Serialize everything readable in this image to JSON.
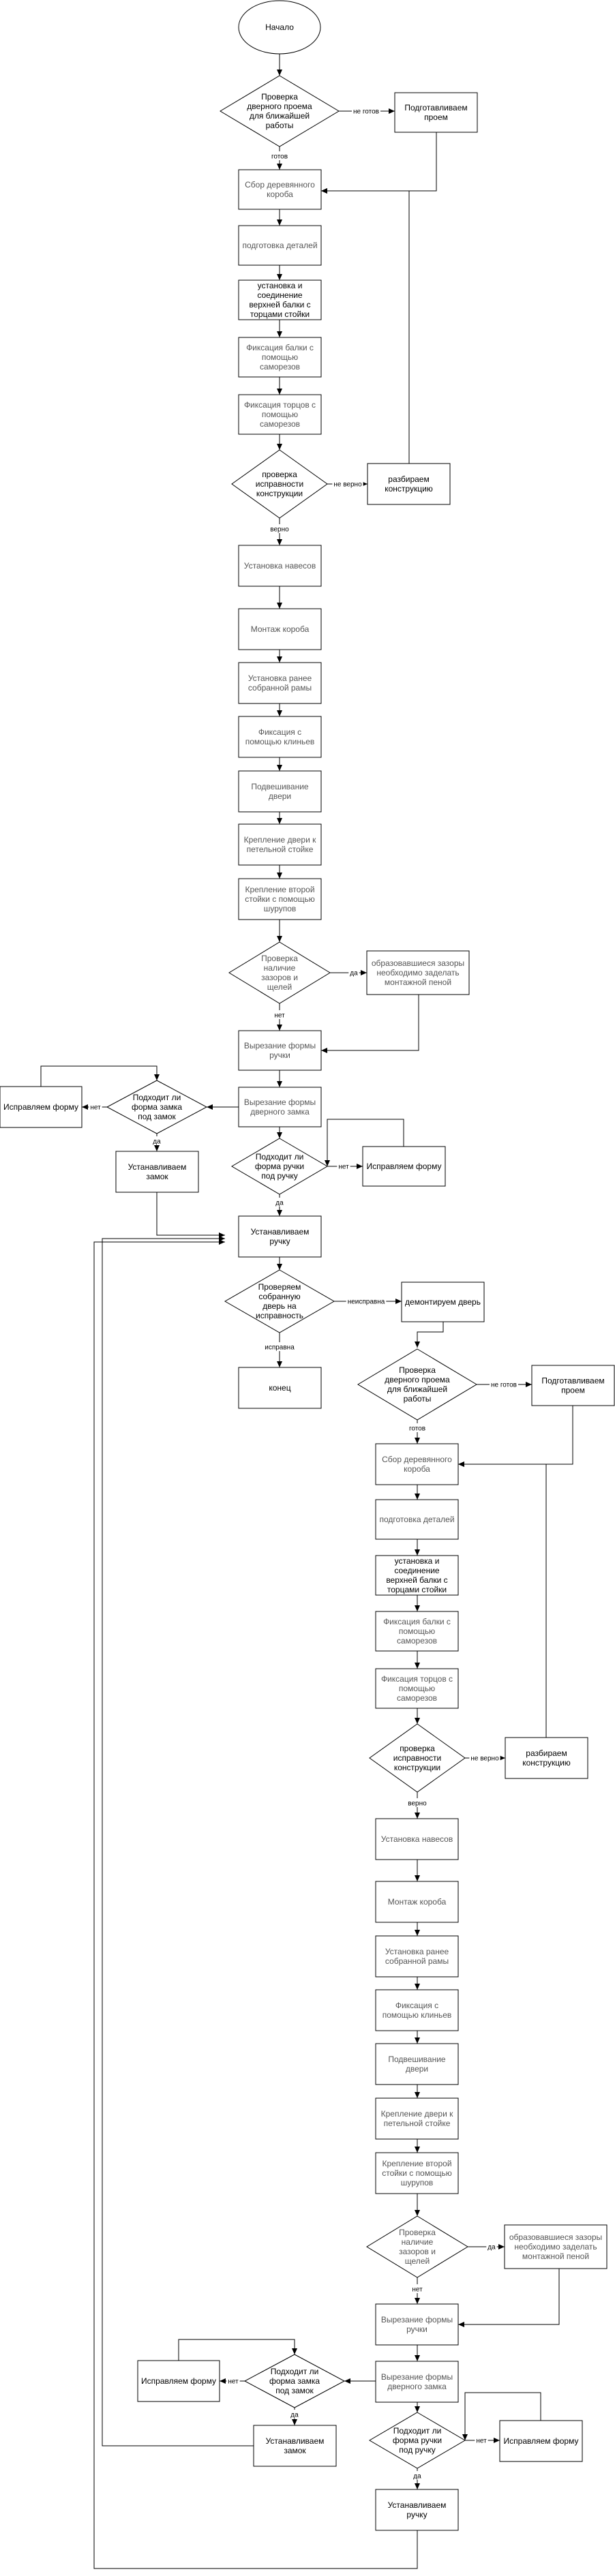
{
  "diagram": {
    "start": "Начало",
    "end": "конец",
    "nodes": {
      "check_opening": "Проверка дверного проема для ближайшей работы",
      "prepare_opening": "Подготавливаем проем",
      "assemble_box": "Сбор деревянного короба",
      "prepare_parts": "подготовка деталей",
      "install_beam": "установка и соединение верхней балки с торцами стойки",
      "fix_beam": "Фиксация балки с помощью саморезов",
      "fix_ends": "Фиксация торцов с помощью саморезов",
      "check_construction": "проверка исправности конструкции",
      "disassemble": "разбираем конструкцию",
      "install_hinges": "Установка навесов",
      "mount_box": "Монтаж короба",
      "install_frame": "Установка ранее собранной рамы",
      "fix_wedges": "Фиксация с помощью клиньев",
      "hang_door": "Подвешивание двери",
      "attach_door": "Крепление двери к петельной стойке",
      "attach_second": "Крепление второй стойки с помощью шурупов",
      "check_gaps": "Проверка наличие зазоров и щелей",
      "foam_gaps": "образовавшиеся зазоры необходимо заделать монтажной пеной",
      "cut_handle": "Вырезание формы ручки",
      "cut_lock": "Вырезание формы дверного замка",
      "check_lock": "Подходит ли форма замка под замок",
      "fix_lock_form": "Исправляем форму",
      "install_lock": "Устанавливаем замок",
      "check_handle": "Подходит ли форма ручки под ручку",
      "fix_handle_form": "Исправляем форму",
      "install_handle": "Устанавливаем ручку",
      "check_door": "Проверяем собранную дверь на исправность",
      "dismantle_door": "демонтируем дверь"
    },
    "edge_labels": {
      "ready": "готов",
      "not_ready": "не готов",
      "correct": "верно",
      "incorrect": "не верно",
      "yes": "да",
      "no": "нет",
      "working": "исправна",
      "faulty": "неисправна"
    }
  }
}
